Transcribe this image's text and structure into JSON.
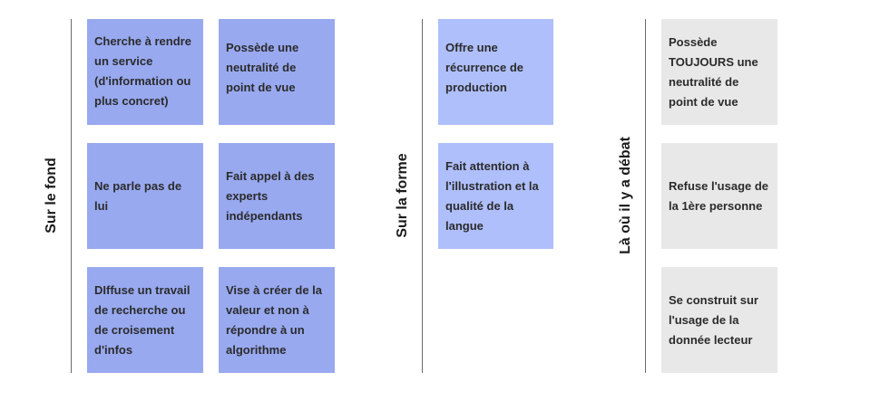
{
  "groups": [
    {
      "label": "Sur le fond",
      "cards": [
        "Cherche à rendre un service (d'information ou plus concret)",
        "Possède une neutralité de point de vue",
        "Ne parle pas de lui",
        "Fait appel à des experts indépendants",
        "DIffuse  un travail de recherche ou de croisement d'infos",
        "Vise à créer de la valeur et non à répondre à un algorithme"
      ]
    },
    {
      "label": "Sur la forme",
      "cards": [
        "Offre une récurrence de production",
        "Fait attention à l'illustration et la qualité de la langue"
      ]
    },
    {
      "label": "Là où il y  a débat",
      "cards": [
        "Possède TOUJOURS une neutralité de point de vue",
        "Refuse l'usage de la 1ère personne",
        "Se construit sur l'usage de la donnée lecteur"
      ]
    }
  ],
  "colors": {
    "fond": "#98a9f0",
    "forme": "#afbffb",
    "debat": "#e8e8e8"
  }
}
